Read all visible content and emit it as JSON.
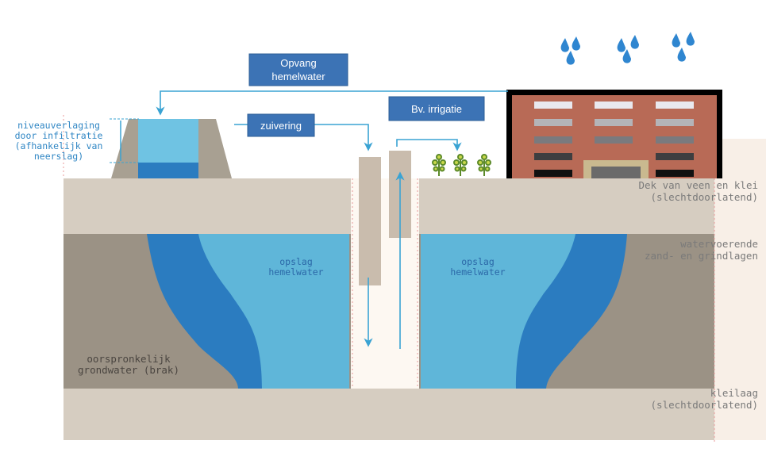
{
  "labels": {
    "opvang_line1": "Opvang",
    "opvang_line2": "hemelwater",
    "zuivering": "zuivering",
    "irrigatie": "Bv. irrigatie",
    "niveau_1": "niveauverlaging",
    "niveau_2": "door infiltratie",
    "niveau_3": "(afhankelijk van",
    "niveau_4": "neerslag)",
    "dek_1": "Dek van veen en klei",
    "dek_2": "(slechtdoorlatend)",
    "water_1": "watervoerende",
    "water_2": "zand- en grindlagen",
    "klei_1": "kleilaag",
    "klei_2": "(slechtdoorlatend)",
    "opslag_left_1": "opslag",
    "opslag_left_2": "hemelwater",
    "opslag_right_1": "opslag",
    "opslag_right_2": "hemelwater",
    "grond_1": "oorspronkelijk",
    "grond_2": "grondwater (brak)"
  },
  "colors": {
    "soil_top": "#d6cdc1",
    "aquifer_grey": "#9b9285",
    "water_light": "#5fb6d9",
    "water_dark": "#2b7cc0",
    "box_fill": "#3c73b5",
    "arrow": "#3aa3d3",
    "building": "#b86a56"
  },
  "icons": [
    "raindrop-icon",
    "plant-icon",
    "building-icon"
  ]
}
